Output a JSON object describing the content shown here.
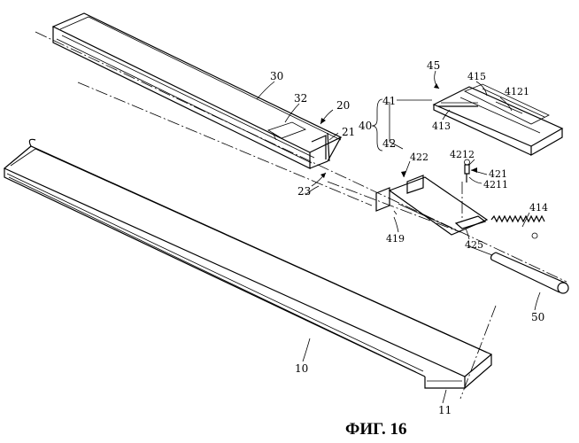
{
  "figure": {
    "caption": "ФИГ. 16",
    "labels": {
      "l10": "10",
      "l11": "11",
      "l20": "20",
      "l21": "21",
      "l23": "23",
      "l30": "30",
      "l32": "32",
      "l40": "40",
      "l41": "41",
      "l42": "42",
      "l45": "45",
      "l50": "50",
      "l413": "413",
      "l414": "414",
      "l415": "415",
      "l419": "419",
      "l421": "421",
      "l422": "422",
      "l425": "425",
      "l4121": "4121",
      "l4211": "4211",
      "l4212": "4212"
    }
  }
}
